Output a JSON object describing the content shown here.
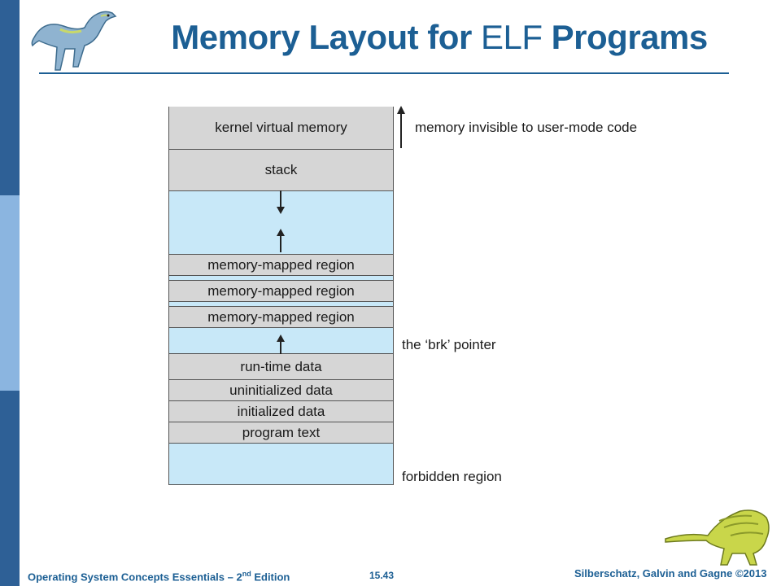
{
  "title": {
    "part1": "Memory Layout for",
    "part2": "ELF",
    "part3": "Programs"
  },
  "regions": [
    {
      "label": "kernel virtual memory",
      "kind": "gray"
    },
    {
      "label": "stack",
      "kind": "gray"
    },
    {
      "label": "",
      "kind": "blue"
    },
    {
      "label": "memory-mapped region",
      "kind": "gray"
    },
    {
      "label": "",
      "kind": "blue"
    },
    {
      "label": "memory-mapped region",
      "kind": "gray"
    },
    {
      "label": "",
      "kind": "blue"
    },
    {
      "label": "memory-mapped region",
      "kind": "gray"
    },
    {
      "label": "",
      "kind": "blue"
    },
    {
      "label": "run-time data",
      "kind": "gray"
    },
    {
      "label": "uninitialized data",
      "kind": "gray"
    },
    {
      "label": "initialized data",
      "kind": "gray"
    },
    {
      "label": "program text",
      "kind": "gray"
    },
    {
      "label": "",
      "kind": "blue"
    }
  ],
  "annotations": {
    "kernel": "memory invisible to user-mode code",
    "brk": "the ‘brk’ pointer",
    "forbidden": "forbidden region"
  },
  "footer": {
    "book": "Operating System Concepts Essentials – 2",
    "book_sup": "nd",
    "book_suffix": " Edition",
    "page": "15.43",
    "authors": "Silberschatz, Galvin and Gagne ©2013"
  },
  "colors": {
    "title": "#1C5F94",
    "sidebar_dark": "#2E6096",
    "sidebar_light": "#8BB5E0",
    "region_gray": "#D6D6D6",
    "region_blue": "#C8E8F8"
  }
}
